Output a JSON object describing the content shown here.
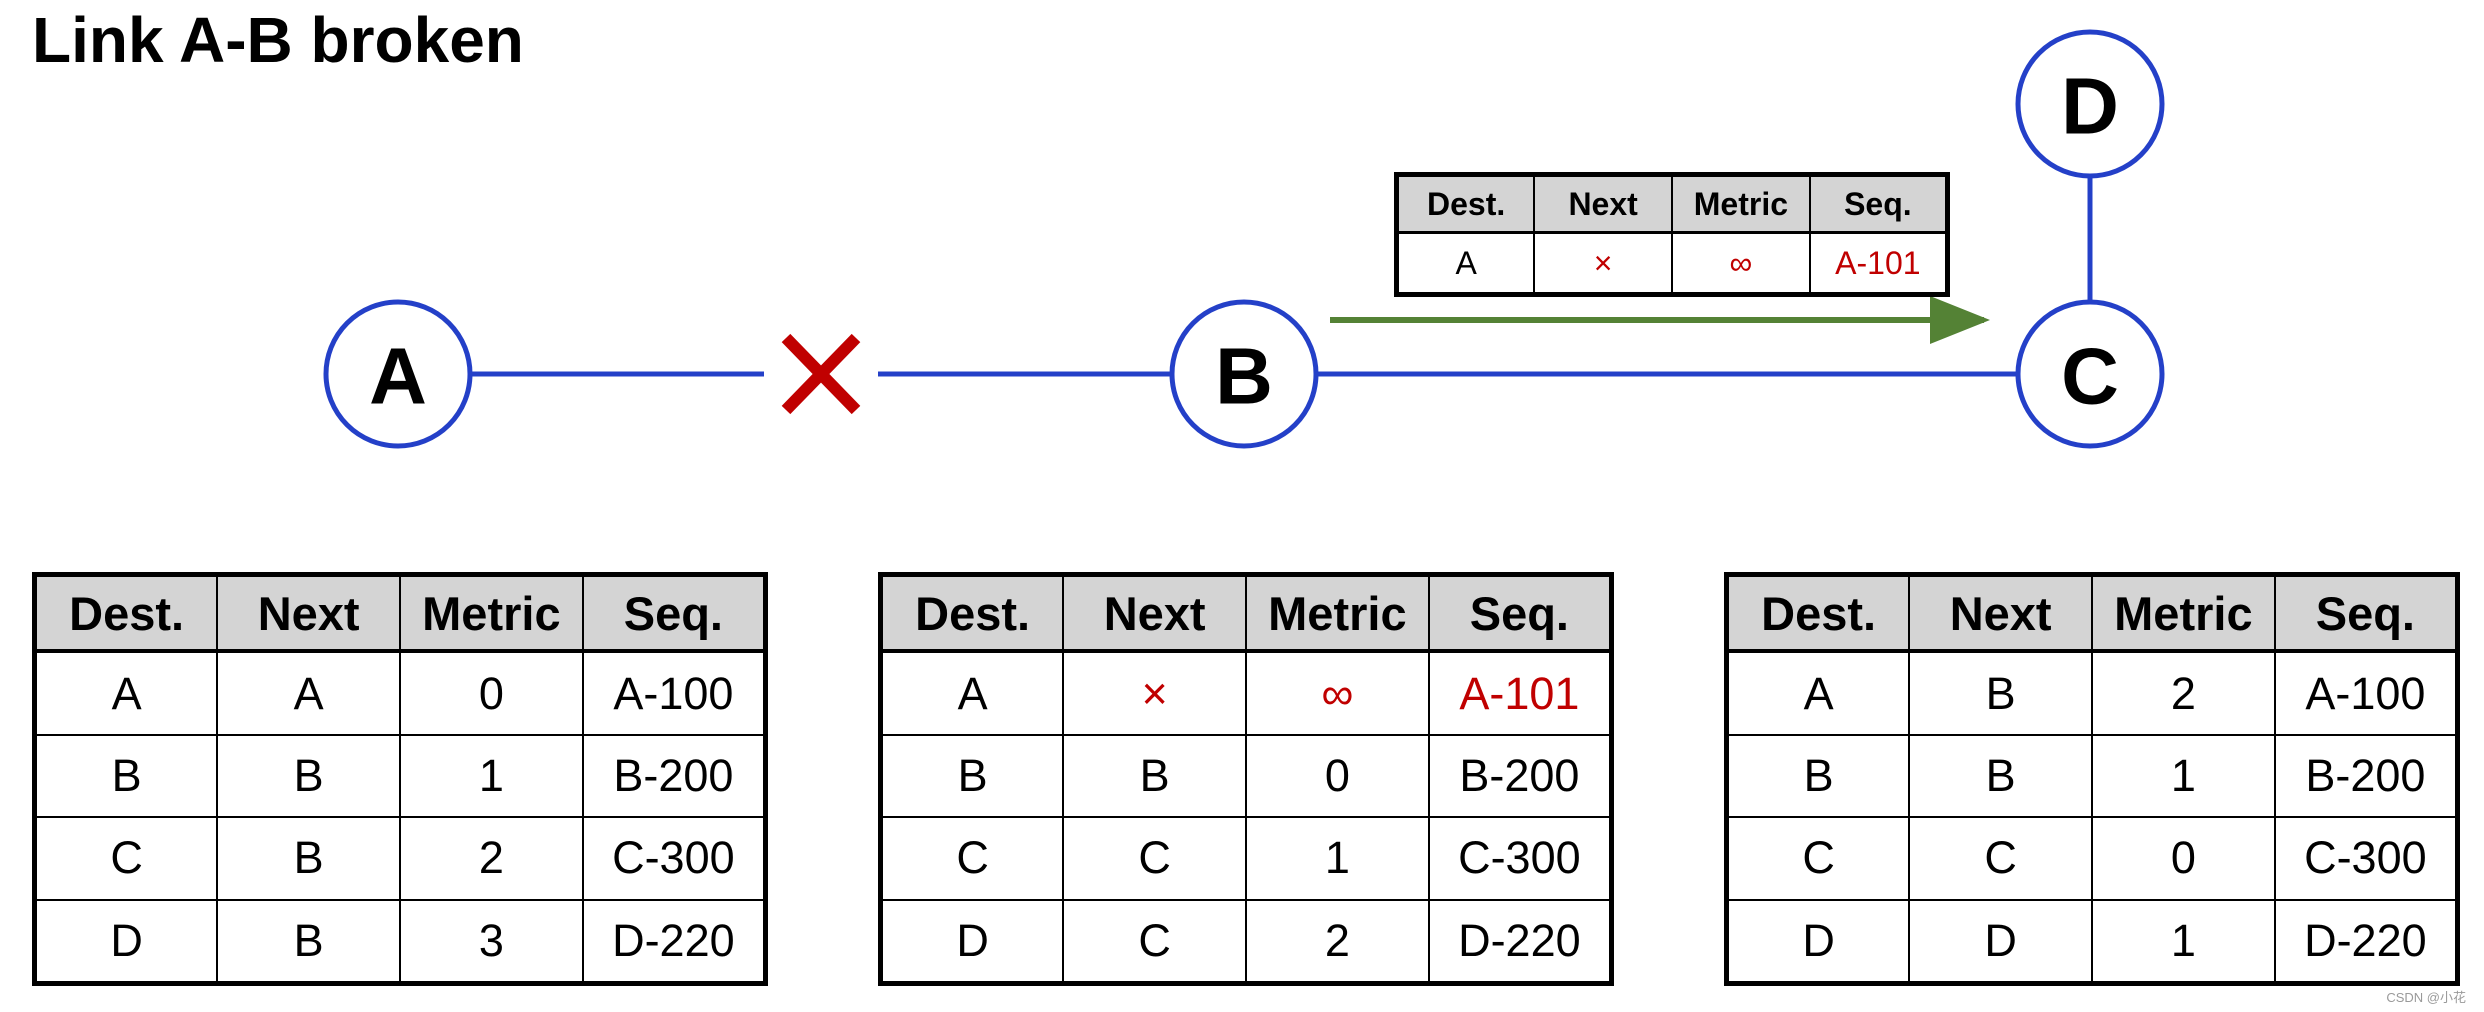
{
  "title": "Link A-B broken",
  "nodes": [
    {
      "id": "A",
      "label": "A"
    },
    {
      "id": "B",
      "label": "B"
    },
    {
      "id": "C",
      "label": "C"
    },
    {
      "id": "D",
      "label": "D"
    }
  ],
  "links": [
    {
      "from": "A",
      "to": "B",
      "status": "broken"
    },
    {
      "from": "B",
      "to": "C",
      "status": "up"
    },
    {
      "from": "C",
      "to": "D",
      "status": "up"
    }
  ],
  "update": {
    "from": "B",
    "to": "C",
    "headers": [
      "Dest.",
      "Next",
      "Metric",
      "Seq."
    ],
    "row": [
      {
        "text": "A",
        "changed": false
      },
      {
        "text": "×",
        "changed": true
      },
      {
        "text": "∞",
        "changed": true
      },
      {
        "text": "A-101",
        "changed": true
      }
    ]
  },
  "tables": [
    {
      "node": "A",
      "headers": [
        "Dest.",
        "Next",
        "Metric",
        "Seq."
      ],
      "rows": [
        [
          {
            "text": "A",
            "changed": false
          },
          {
            "text": "A",
            "changed": false
          },
          {
            "text": "0",
            "changed": false
          },
          {
            "text": "A-100",
            "changed": false
          }
        ],
        [
          {
            "text": "B",
            "changed": false
          },
          {
            "text": "B",
            "changed": false
          },
          {
            "text": "1",
            "changed": false
          },
          {
            "text": "B-200",
            "changed": false
          }
        ],
        [
          {
            "text": "C",
            "changed": false
          },
          {
            "text": "B",
            "changed": false
          },
          {
            "text": "2",
            "changed": false
          },
          {
            "text": "C-300",
            "changed": false
          }
        ],
        [
          {
            "text": "D",
            "changed": false
          },
          {
            "text": "B",
            "changed": false
          },
          {
            "text": "3",
            "changed": false
          },
          {
            "text": "D-220",
            "changed": false
          }
        ]
      ]
    },
    {
      "node": "B",
      "headers": [
        "Dest.",
        "Next",
        "Metric",
        "Seq."
      ],
      "rows": [
        [
          {
            "text": "A",
            "changed": false
          },
          {
            "text": "×",
            "changed": true
          },
          {
            "text": "∞",
            "changed": true
          },
          {
            "text": "A-101",
            "changed": true
          }
        ],
        [
          {
            "text": "B",
            "changed": false
          },
          {
            "text": "B",
            "changed": false
          },
          {
            "text": "0",
            "changed": false
          },
          {
            "text": "B-200",
            "changed": false
          }
        ],
        [
          {
            "text": "C",
            "changed": false
          },
          {
            "text": "C",
            "changed": false
          },
          {
            "text": "1",
            "changed": false
          },
          {
            "text": "C-300",
            "changed": false
          }
        ],
        [
          {
            "text": "D",
            "changed": false
          },
          {
            "text": "C",
            "changed": false
          },
          {
            "text": "2",
            "changed": false
          },
          {
            "text": "D-220",
            "changed": false
          }
        ]
      ]
    },
    {
      "node": "C",
      "headers": [
        "Dest.",
        "Next",
        "Metric",
        "Seq."
      ],
      "rows": [
        [
          {
            "text": "A",
            "changed": false
          },
          {
            "text": "B",
            "changed": false
          },
          {
            "text": "2",
            "changed": false
          },
          {
            "text": "A-100",
            "changed": false
          }
        ],
        [
          {
            "text": "B",
            "changed": false
          },
          {
            "text": "B",
            "changed": false
          },
          {
            "text": "1",
            "changed": false
          },
          {
            "text": "B-200",
            "changed": false
          }
        ],
        [
          {
            "text": "C",
            "changed": false
          },
          {
            "text": "C",
            "changed": false
          },
          {
            "text": "0",
            "changed": false
          },
          {
            "text": "C-300",
            "changed": false
          }
        ],
        [
          {
            "text": "D",
            "changed": false
          },
          {
            "text": "D",
            "changed": false
          },
          {
            "text": "1",
            "changed": false
          },
          {
            "text": "D-220",
            "changed": false
          }
        ]
      ]
    }
  ],
  "colors": {
    "node_stroke": "#2440c8",
    "link": "#2440c8",
    "broken_mark": "#c00000",
    "update_arrow": "#548235",
    "changed_text": "#c00000",
    "header_fill": "#d4d4d4"
  },
  "watermark": "CSDN @小花"
}
